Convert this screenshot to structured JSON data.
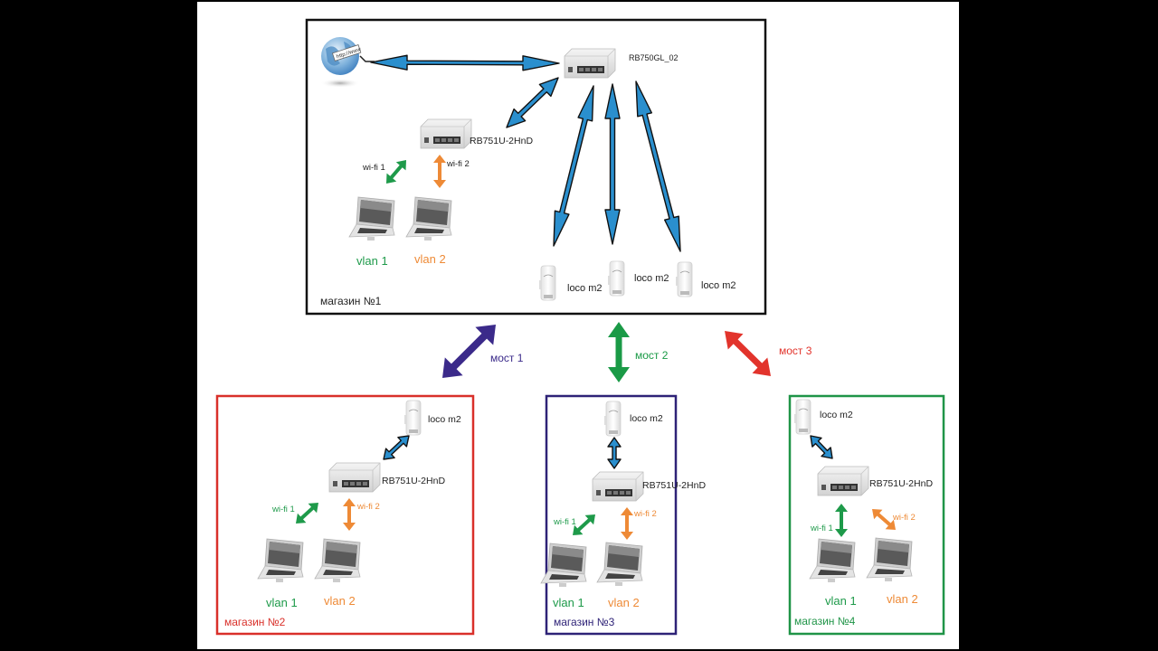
{
  "colors": {
    "link_blue": "#2a8fce",
    "bridge1": "#3b2a8a",
    "bridge2": "#1a9a46",
    "bridge3": "#e2342c",
    "wifi1": "#1e9a4a",
    "wifi2": "#ee8a36",
    "store1_border": "#111111",
    "store2_border": "#d9302a",
    "store3_border": "#2e2277",
    "store4_border": "#1f9447"
  },
  "main_store": {
    "name": "магазин №1",
    "internet_icon": "globe-icon",
    "core_router": {
      "label": "RB750GL_02",
      "icon": "router-icon"
    },
    "ap_router": {
      "label": "RB751U-2HnD",
      "icon": "router-icon"
    },
    "wifi": [
      {
        "label": "wi-fi 1"
      },
      {
        "label": "wi-fi 2"
      }
    ],
    "clients": [
      {
        "label": "vlan 1",
        "icon": "laptop-icon"
      },
      {
        "label": "vlan 2",
        "icon": "laptop-icon"
      }
    ],
    "bridges": [
      {
        "label": "loco m2"
      },
      {
        "label": "loco m2"
      },
      {
        "label": "loco m2"
      }
    ]
  },
  "bridges": [
    {
      "label": "мост 1"
    },
    {
      "label": "мост 2"
    },
    {
      "label": "мост 3"
    }
  ],
  "stores": [
    {
      "name": "магазин №2",
      "bridge": "loco m2",
      "router": "RB751U-2HnD",
      "wifi1": "wi-fi 1",
      "wifi2": "wi-fi 2",
      "vlan1": "vlan 1",
      "vlan2": "vlan 2"
    },
    {
      "name": "магазин №3",
      "bridge": "loco m2",
      "router": "RB751U-2HnD",
      "wifi1": "wi-fi 1",
      "wifi2": "wi-fi 2",
      "vlan1": "vlan 1",
      "vlan2": "vlan 2"
    },
    {
      "name": "магазин №4",
      "bridge": "loco m2",
      "router": "RB751U-2HnD",
      "wifi1": "wi-fi 1",
      "wifi2": "wi-fi 2",
      "vlan1": "vlan 1",
      "vlan2": "vlan 2"
    }
  ]
}
